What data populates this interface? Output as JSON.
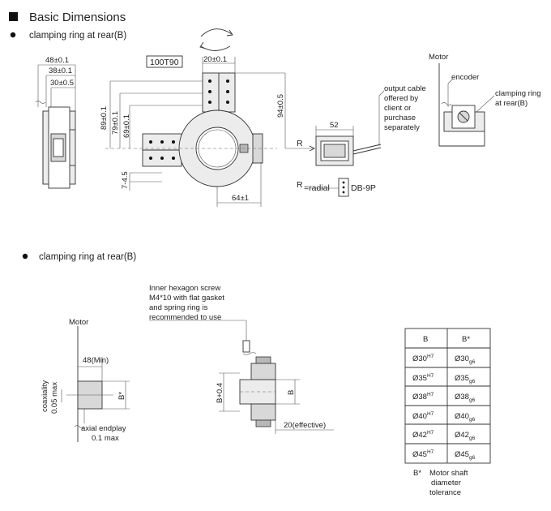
{
  "heading": {
    "title": "Basic Dimensions"
  },
  "section_top": {
    "label": "clamping ring at rear(B)"
  },
  "section_bottom": {
    "label": "clamping ring at rear(B)"
  },
  "top_drawing": {
    "side_dims": [
      "48±0.1",
      "38±0.1",
      "30±0.5"
    ],
    "tag_100T90": "100T90",
    "dim_20": "20±0.1",
    "dim_89": "89±0.1",
    "dim_79": "79±0.1",
    "dim_69": "69±0.1",
    "dim_7_4_5": "7-4.5",
    "dim_94": "94±0.5",
    "dim_64": "64±1",
    "dim_52": "52",
    "r_label": "R",
    "radial_r": "R",
    "radial_text": "=radial",
    "db9": "DB-9P",
    "cable_note": [
      "output cable",
      "offered by",
      "client or",
      "purchase",
      "separately"
    ],
    "motor": "Motor",
    "encoder": "encoder",
    "clamp_note": [
      "clamping ring",
      "at rear(B)"
    ]
  },
  "bottom_drawing": {
    "motor": "Motor",
    "dim_48min": "48(Min)",
    "b_star": "B*",
    "coaxiality": [
      "coaxiality",
      "0.05 max"
    ],
    "endplay": [
      "axial endplay",
      "0.1 max"
    ],
    "screw_note": [
      "Inner hexagon screw",
      "M4*10 with flat gasket",
      "and spring ring is",
      "recommended to use"
    ],
    "b_plus": "B+0.4",
    "b": "B",
    "effective": "20(effective)"
  },
  "table": {
    "headers": [
      "B",
      "B*"
    ],
    "rows": [
      {
        "b": "Ø30",
        "b_sup": "H7",
        "bs": "Ø30",
        "bs_sub": "g6"
      },
      {
        "b": "Ø35",
        "b_sup": "H7",
        "bs": "Ø35",
        "bs_sub": "g6"
      },
      {
        "b": "Ø38",
        "b_sup": "H7",
        "bs": "Ø38",
        "bs_sub": "g6"
      },
      {
        "b": "Ø40",
        "b_sup": "H7",
        "bs": "Ø40",
        "bs_sub": "g6"
      },
      {
        "b": "Ø42",
        "b_sup": "H7",
        "bs": "Ø42",
        "bs_sub": "g6"
      },
      {
        "b": "Ø45",
        "b_sup": "H7",
        "bs": "Ø45",
        "bs_sub": "g6"
      }
    ],
    "note_mark": "B*",
    "note": [
      "Motor shaft",
      "diameter",
      "tolerance"
    ]
  }
}
